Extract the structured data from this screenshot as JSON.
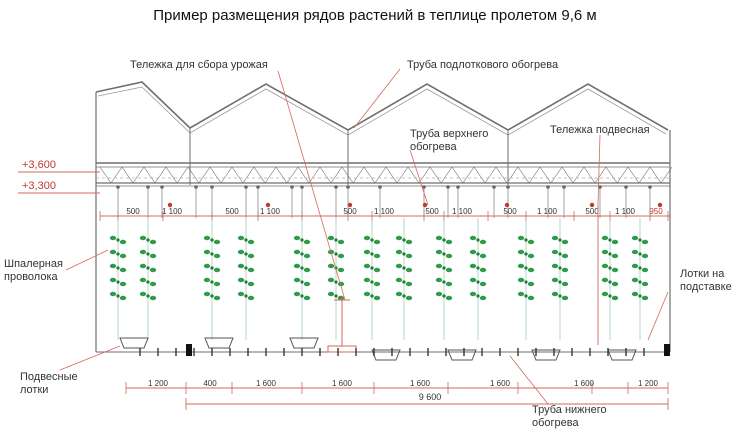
{
  "title": "Пример размещения рядов растений в теплице пролетом 9,6 м",
  "labels": {
    "harvest_cart": "Тележка для сбора урожая",
    "gutter_heating_pipe": "Труба подлоткового обогрева",
    "upper_heating_pipe_line1": "Труба верхнего",
    "upper_heating_pipe_line2": "обогрева",
    "hanging_cart": "Тележка подвесная",
    "trellis_wire_line1": "Шпалерная",
    "trellis_wire_line2": "проволока",
    "hanging_gutters_line1": "Подвесные",
    "hanging_gutters_line2": "лотки",
    "gutters_on_stand_line1": "Лотки на",
    "gutters_on_stand_line2": "подставке",
    "lower_heating_pipe_line1": "Труба нижнего",
    "lower_heating_pipe_line2": "обогрева"
  },
  "elevations": [
    "+3,600",
    "+3,300"
  ],
  "top_dimensions": [
    "500",
    "1 100",
    "500",
    "1 100",
    "500",
    "1 100",
    "500",
    "1 100",
    "500",
    "1 100",
    "500",
    "1 100",
    "950"
  ],
  "bottom_dimensions": [
    "1 200",
    "400",
    "1 600",
    "1 600",
    "1 600",
    "1 600",
    "1 600",
    "1 200"
  ],
  "total_span": "9 600",
  "colors": {
    "structure": "#6f6f6f",
    "dimension_line": "#d06a5a",
    "dimension_text": "#c0392b",
    "pipe_marker": "#c0392b",
    "leaf": "#2f9a4a",
    "trellis": "#7fb8a0",
    "text": "#333333"
  }
}
